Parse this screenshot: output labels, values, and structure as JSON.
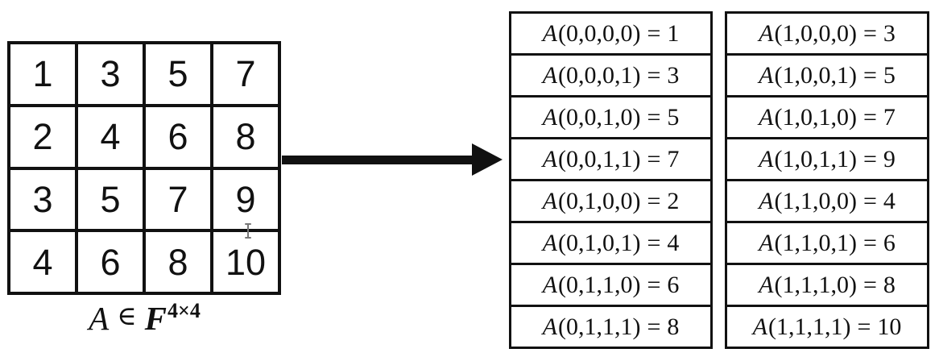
{
  "matrix": {
    "rows": [
      [
        "1",
        "3",
        "5",
        "7"
      ],
      [
        "2",
        "4",
        "6",
        "8"
      ],
      [
        "3",
        "5",
        "7",
        "9"
      ],
      [
        "4",
        "6",
        "8",
        "10"
      ]
    ],
    "label": {
      "var": "A",
      "element_of": "∈",
      "field": "F",
      "superscript": "4×4"
    }
  },
  "mapping_tables": {
    "func": "A",
    "eq": "=",
    "left": {
      "rows": [
        {
          "args": "(0,0,0,0)",
          "value": "1"
        },
        {
          "args": "(0,0,0,1)",
          "value": "3"
        },
        {
          "args": "(0,0,1,0)",
          "value": "5"
        },
        {
          "args": "(0,0,1,1)",
          "value": "7"
        },
        {
          "args": "(0,1,0,0)",
          "value": "2"
        },
        {
          "args": "(0,1,0,1)",
          "value": "4"
        },
        {
          "args": "(0,1,1,0)",
          "value": "6"
        },
        {
          "args": "(0,1,1,1)",
          "value": "8"
        }
      ]
    },
    "right": {
      "rows": [
        {
          "args": "(1,0,0,0)",
          "value": "3"
        },
        {
          "args": "(1,0,0,1)",
          "value": "5"
        },
        {
          "args": "(1,0,1,0)",
          "value": "7"
        },
        {
          "args": "(1,0,1,1)",
          "value": "9"
        },
        {
          "args": "(1,1,0,0)",
          "value": "4"
        },
        {
          "args": "(1,1,0,1)",
          "value": "6"
        },
        {
          "args": "(1,1,1,0)",
          "value": "8"
        },
        {
          "args": "(1,1,1,1)",
          "value": "10"
        }
      ]
    }
  },
  "colors": {
    "ink": "#111111",
    "background": "#ffffff",
    "cursor_gray": "#777777"
  }
}
